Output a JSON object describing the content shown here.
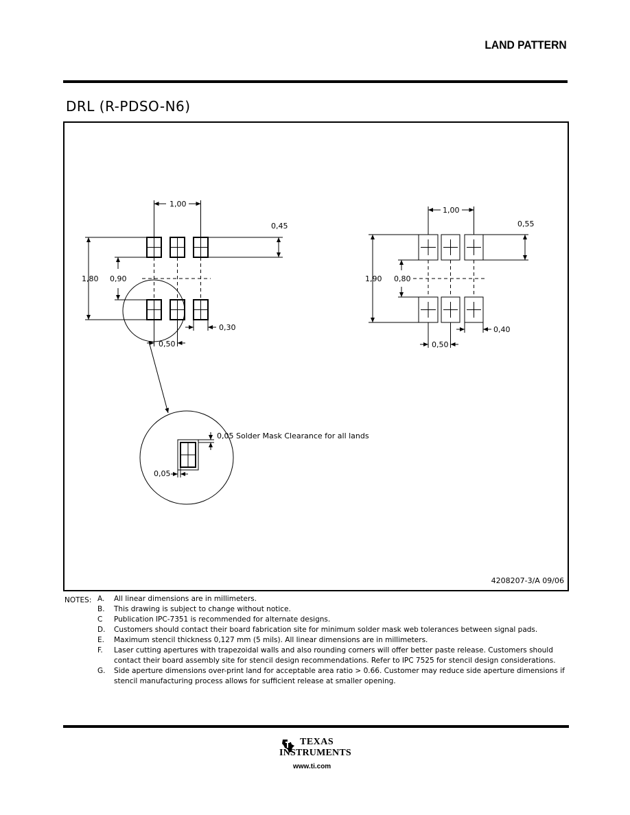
{
  "header": {
    "title": "LAND PATTERN"
  },
  "package": {
    "title": "DRL (R-PDSO-N6)"
  },
  "drawing": {
    "left_view": {
      "pitch_label": "1,00",
      "pad_height_label": "0,45",
      "overall_label": "1,80",
      "gap_label": "0,90",
      "pad_width_label": "0,30",
      "spacing_label": "0,50"
    },
    "right_view": {
      "pitch_label": "1,00",
      "pad_height_label": "0,55",
      "overall_label": "1,90",
      "gap_label": "0,80",
      "pad_width_label": "0,40",
      "spacing_label": "0,50"
    },
    "detail": {
      "clearance_label": "0,05 Solder Mask Clearance for all lands",
      "side_label": "0,05"
    },
    "doc_id": "4208207-3/A 09/06"
  },
  "notes": {
    "label": "NOTES:",
    "items": [
      {
        "letter": "A.",
        "text": "All linear dimensions are in millimeters."
      },
      {
        "letter": "B.",
        "text": "This drawing is subject to change without notice."
      },
      {
        "letter": "C",
        "text": "Publication IPC-7351 is recommended for alternate designs."
      },
      {
        "letter": "D.",
        "text": "Customers should contact their board fabrication site for minimum solder mask web tolerances between signal pads."
      },
      {
        "letter": "E.",
        "text": "Maximum stencil thickness 0,127 mm (5 mils). All linear dimensions are in millimeters."
      },
      {
        "letter": "F.",
        "text": "Laser cutting apertures with trapezoidal walls and also rounding corners will offer better paste release.  Customers should contact their board assembly site for stencil design recommendations.  Refer to IPC 7525 for stencil design considerations."
      },
      {
        "letter": "G.",
        "text": "Side aperture dimensions over-print land for acceptable area ratio > 0.66. Customer may reduce side aperture dimensions if stencil manufacturing process allows for sufficient release at smaller opening."
      }
    ]
  },
  "footer": {
    "logo_line1": "TEXAS",
    "logo_line2": "INSTRUMENTS",
    "url": "www.ti.com"
  }
}
